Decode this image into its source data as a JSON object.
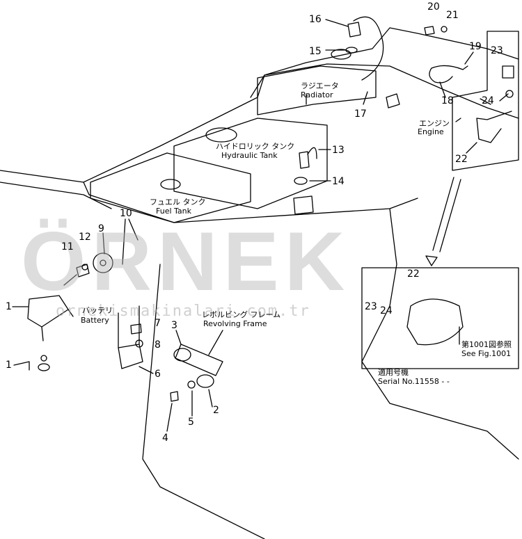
{
  "watermark": {
    "brand": "ÖRNEK",
    "url": "ornekismakinalari.com.tr"
  },
  "labels": {
    "radiator_jp": "ラジエータ",
    "radiator_en": "Radiator",
    "engine_jp": "エンジン",
    "engine_en": "Engine",
    "hydraulic_tank_jp": "ハイドロリック タンク",
    "hydraulic_tank_en": "Hydraulic Tank",
    "fuel_tank_jp": "フュエル タンク",
    "fuel_tank_en": "Fuel Tank",
    "battery_jp": "バッテリ",
    "battery_en": "Battery",
    "revolving_frame_jp": "レボルビング フレーム",
    "revolving_frame_en": "Revolving Frame",
    "see_fig_jp": "第1001図参照",
    "see_fig_en": "See Fig.1001",
    "serial_jp": "適用号機",
    "serial_en": "Serial No.11558 - -"
  },
  "part_numbers": {
    "p1a": "1",
    "p1b": "1",
    "p2": "2",
    "p3": "3",
    "p4": "4",
    "p5": "5",
    "p6": "6",
    "p7": "7",
    "p8": "8",
    "p9": "9",
    "p10": "10",
    "p11": "11",
    "p12": "12",
    "p13": "13",
    "p14": "14",
    "p15": "15",
    "p16": "16",
    "p17": "17",
    "p18": "18",
    "p19": "19",
    "p20": "20",
    "p21": "21",
    "p22a": "22",
    "p22b": "22",
    "p23a": "23",
    "p23b": "23",
    "p24a": "24",
    "p24b": "24"
  }
}
